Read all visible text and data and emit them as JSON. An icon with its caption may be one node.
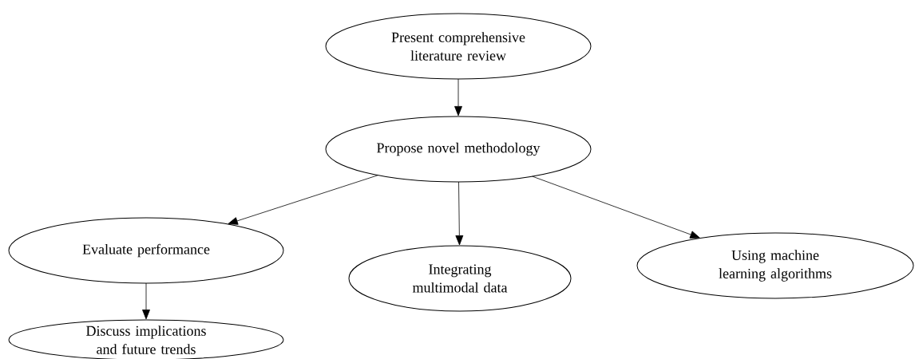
{
  "diagram": {
    "nodes": [
      {
        "text": [
          "Present comprehensive literature review"
        ]
      },
      {
        "text": [
          "Propose novel methodology"
        ]
      },
      {
        "text": [
          "Evaluate performance"
        ]
      },
      {
        "text": [
          "Integrating multimodal data"
        ]
      },
      {
        "text": [
          "Using machine learning algorithms"
        ]
      },
      {
        "text": [
          "Discuss implications and future trends"
        ]
      }
    ],
    "edges": [
      {
        "from": 0,
        "to": 1,
        "arrow": "to"
      },
      {
        "from": 1,
        "to": 2,
        "arrow": "to"
      },
      {
        "from": 1,
        "to": 3,
        "arrow": "to"
      },
      {
        "from": 1,
        "to": 4,
        "arrow": "to"
      },
      {
        "from": 2,
        "to": 5,
        "arrow": "to"
      }
    ]
  }
}
